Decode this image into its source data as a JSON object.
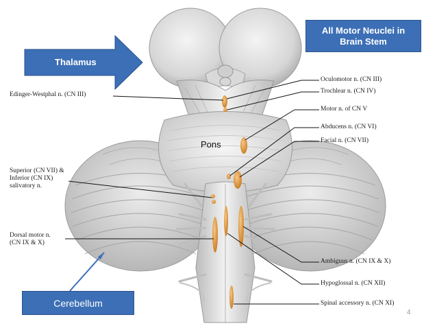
{
  "callouts": {
    "motor_nuclei": "All Motor Neuclei in\nBrain Stem",
    "thalamus": "Thalamus",
    "cerebellum": "Cerebellum",
    "pons": "Pons"
  },
  "labels_left": {
    "edinger": "Edinger-Westphal n. (CN III)",
    "salivatory": "Superior (CN VII) &\nInferior (CN IX)\nsalivatory n.",
    "dorsal_motor": "Dorsal motor n.\n(CN IX & X)"
  },
  "labels_right": {
    "oculomotor": "Oculomotor n. (CN III)",
    "trochlear": "Trochlear n. (CN IV)",
    "motor_v": "Motor n. of CN V",
    "abducens": "Abducens n. (CN VI)",
    "facial": "Facial n. (CN VII)",
    "ambiguus": "Ambiguus n. (CN IX & X)",
    "hypoglossal": "Hypoglossal n. (CN XII)",
    "spinal_accessory": "Spinal accessory n. (CN XI)"
  },
  "page_number": "4",
  "colors": {
    "callout_box": "#3c6fb6",
    "nucleus": "#e8a040",
    "brain_light": "#ececec",
    "brain_mid": "#c8c8c8"
  }
}
